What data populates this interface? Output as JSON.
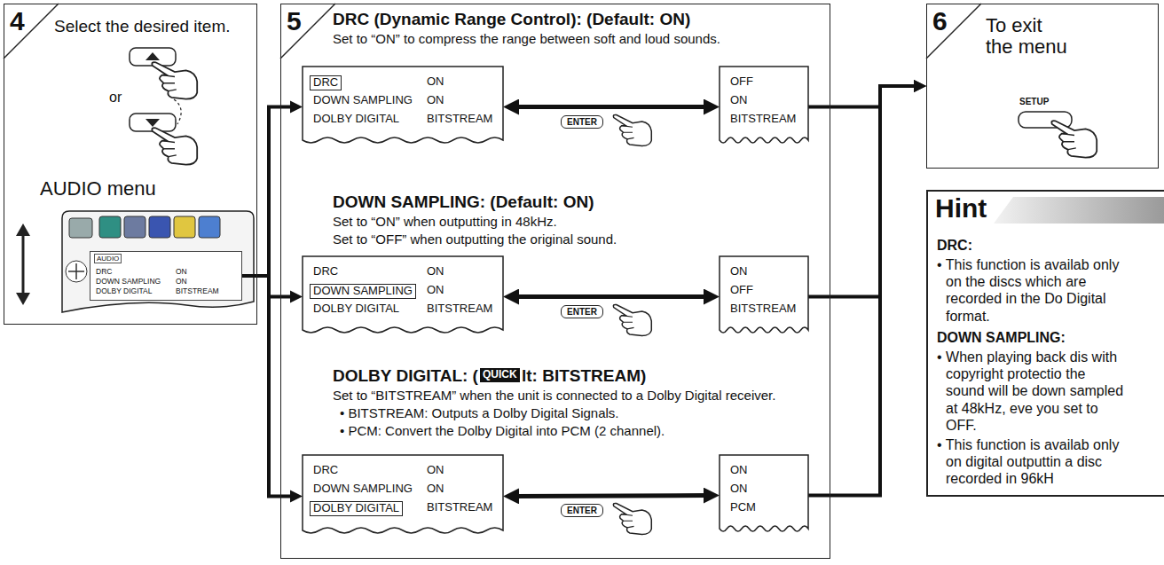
{
  "diagram": {
    "nodes": [
      {
        "text": [
          "4",
          "Select the desired item.",
          "or",
          "AUDIO menu"
        ]
      },
      {
        "text": [
          "AUDIO",
          "DRC",
          "ON",
          "DOWN SAMPLING",
          "ON",
          "DOLBY DIGITAL",
          "BITSTREAM"
        ],
        "in": 0
      },
      {
        "text": [
          "5",
          "DRC (Dynamic Range Control): (Default: ON)",
          "Set to “ON” to compress the range between soft and loud sounds.",
          "DOWN SAMPLING: (Default: ON)",
          "Set to “ON” when outputting in 48kHz.",
          "Set to “OFF” when outputting the original sound.",
          "DOLBY DIGITAL: (",
          "QUICK",
          "lt: BITSTREAM)",
          "Set to “BITSTREAM” when the unit is connected to a Dolby Digital receiver.",
          "• BITSTREAM: Outputs a Dolby Digital Signals.",
          "• PCM: Convert the Dolby Digital into PCM (2 channel)."
        ]
      },
      {
        "text": [
          "DRC",
          "ON",
          "DOWN SAMPLING",
          "ON",
          "DOLBY DIGITAL",
          "BITSTREAM"
        ],
        "in": 2
      },
      {
        "text": [
          "OFF",
          "ON",
          "BITSTREAM"
        ],
        "in": 2
      },
      {
        "text": [
          "DRC",
          "ON",
          "DOWN SAMPLING",
          "ON",
          "DOLBY DIGITAL",
          "BITSTREAM"
        ],
        "in": 2
      },
      {
        "text": [
          "ON",
          "OFF",
          "BITSTREAM"
        ],
        "in": 2
      },
      {
        "text": [
          "DRC",
          "ON",
          "DOWN SAMPLING",
          "ON",
          "DOLBY DIGITAL",
          "BITSTREAM"
        ],
        "in": 2
      },
      {
        "text": [
          "ON",
          "ON",
          "PCM"
        ],
        "in": 2
      },
      {
        "text": [
          "6",
          "To exit the menu",
          "SETUP"
        ]
      },
      {
        "text": [
          "Hint",
          "DRC:",
          "• This function is availab only on the discs which are recorded in the Do Digital format.",
          "DOWN SAMPLING:",
          "• When playing back dis with copyright protectio the sound will be down sampled at 48kHz, eve you set to OFF.",
          "• This function is availab only on digital outputtin a disc recorded in 96kH"
        ]
      }
    ],
    "edges": [
      {
        "from": 1,
        "to": 3,
        "arrow": "to"
      },
      {
        "from": 1,
        "to": 5,
        "arrow": "to"
      },
      {
        "from": 1,
        "to": 7,
        "arrow": "to"
      },
      {
        "from": 3,
        "to": 4,
        "arrow": "both"
      },
      {
        "from": 5,
        "to": 6,
        "arrow": "both"
      },
      {
        "from": 7,
        "to": 8,
        "arrow": "both"
      },
      {
        "from": 4,
        "to": 9,
        "arrow": "to"
      },
      {
        "from": 6,
        "to": 9,
        "arrow": "to"
      },
      {
        "from": 8,
        "to": 9,
        "arrow": "to"
      }
    ],
    "labels": [
      "ENTER",
      "ENTER",
      "ENTER"
    ]
  }
}
